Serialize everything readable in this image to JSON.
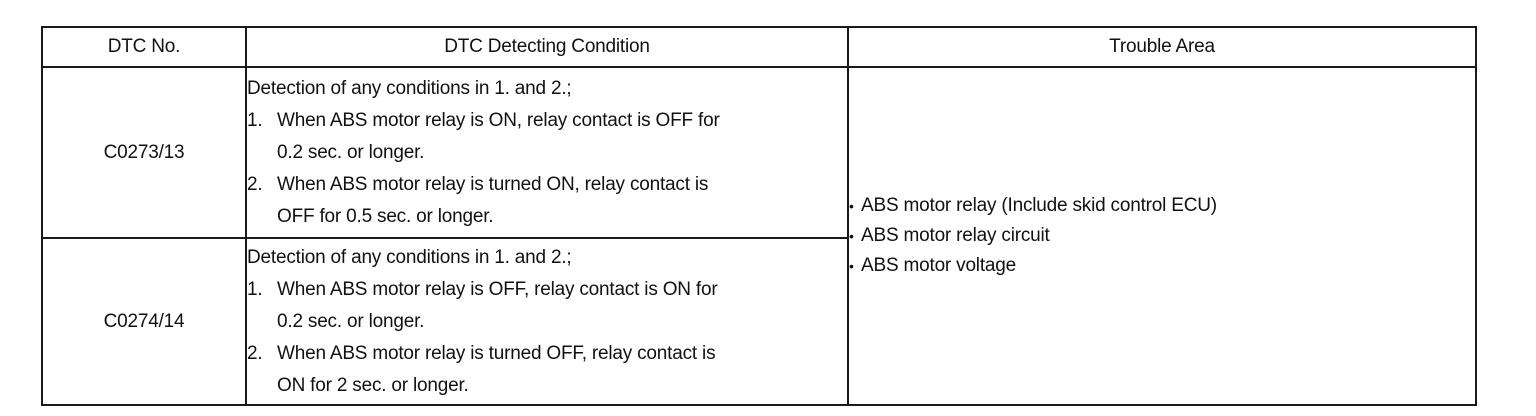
{
  "table": {
    "headers": {
      "dtc_no": "DTC No.",
      "condition": "DTC Detecting Condition",
      "trouble_area": "Trouble Area"
    },
    "rows": [
      {
        "code": "C0273/13",
        "intro": "Detection of any conditions in 1. and 2.;",
        "item1_num": "1.",
        "item1_line1": "When ABS motor relay is ON, relay contact is OFF for",
        "item1_line2": "0.2 sec. or longer.",
        "item2_num": "2.",
        "item2_line1": "When ABS motor relay is turned ON, relay contact is",
        "item2_line2": "OFF for 0.5 sec. or longer."
      },
      {
        "code": "C0274/14",
        "intro": "Detection of any conditions in 1. and 2.;",
        "item1_num": "1.",
        "item1_line1": "When ABS motor relay is OFF, relay contact is ON for",
        "item1_line2": "0.2 sec. or longer.",
        "item2_num": "2.",
        "item2_line1": "When ABS motor relay is turned OFF, relay contact is",
        "item2_line2": "ON for 2 sec. or longer."
      }
    ],
    "trouble_area": {
      "bullet": "•",
      "items": [
        "ABS motor relay (Include skid control ECU)",
        "ABS motor relay circuit",
        "ABS motor voltage"
      ]
    }
  }
}
